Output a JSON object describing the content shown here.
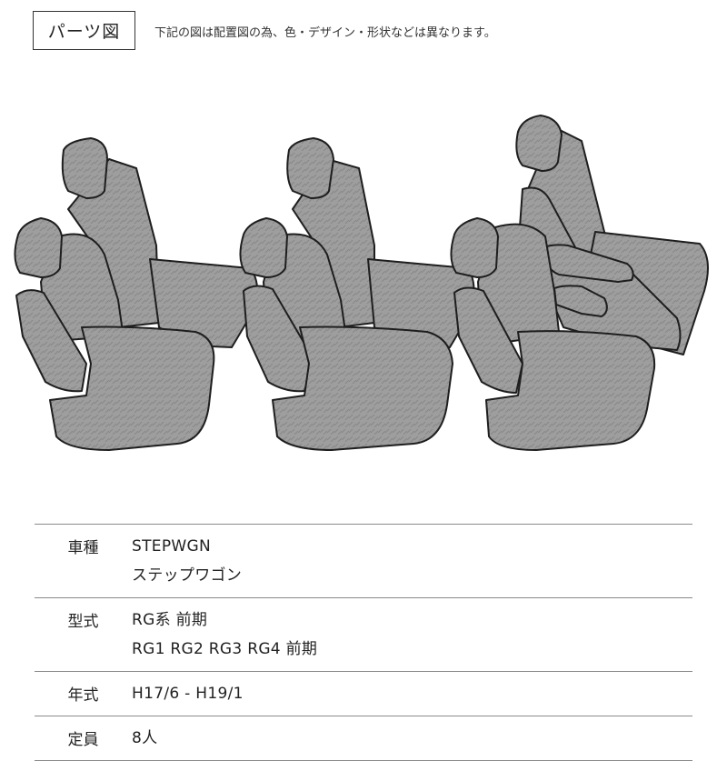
{
  "header": {
    "parts_label": "パーツ図",
    "notice": "下記の図は配置図の為、色・デザイン・形状などは異なります。"
  },
  "figure": {
    "fill_color": "#9e9e9e",
    "stroke_color": "#1e1e1e"
  },
  "specs": [
    {
      "label": "車種",
      "values": [
        "STEPWGN",
        "ステップワゴン"
      ]
    },
    {
      "label": "型式",
      "values": [
        "RG系 前期",
        "RG1 RG2 RG3 RG4 前期"
      ]
    },
    {
      "label": "年式",
      "values": [
        "H17/6 - H19/1"
      ]
    },
    {
      "label": "定員",
      "values": [
        "8人"
      ]
    }
  ]
}
